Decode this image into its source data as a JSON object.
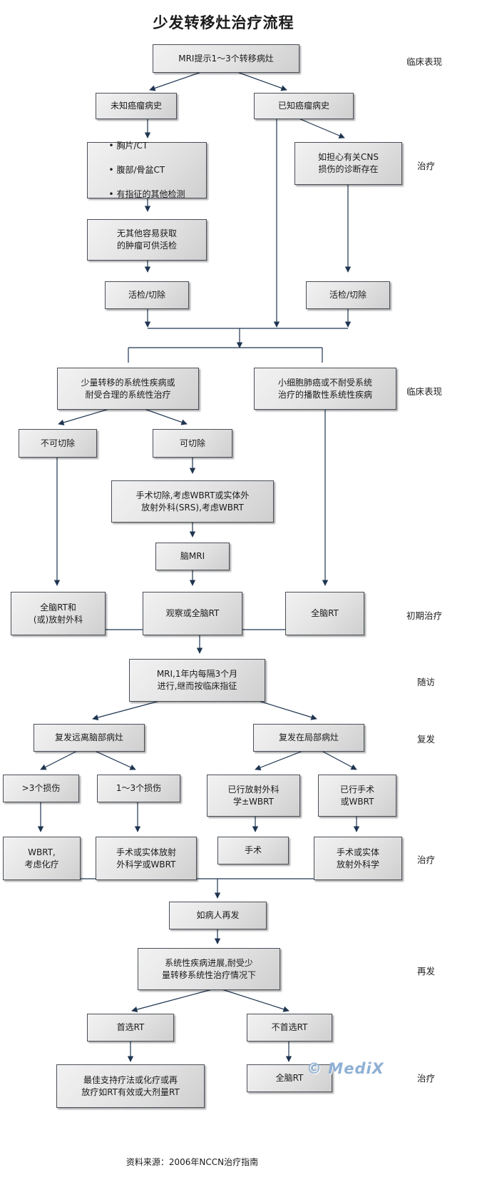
{
  "title": "少发转移灶治疗流程",
  "side_labels": {
    "clinical_1": "临床表现",
    "treatment_1": "治疗",
    "clinical_2": "临床表现",
    "initial_treatment": "初期治疗",
    "followup": "随访",
    "recurrence": "复发",
    "treatment_2": "治疗",
    "re_recurrence": "再发",
    "treatment_3": "治疗"
  },
  "nodes": {
    "mri_1_3": "MRI提示1～3个转移病灶",
    "unknown_history": "未知癌瘤病史",
    "known_history": "已知癌瘤病史",
    "workup_items": [
      "胸片/CT",
      "腹部/骨盆CT",
      "有指征的其他检测"
    ],
    "cns_concern": "如担心有关CNS\n损伤的诊断存在",
    "no_easy_biopsy": "无其他容易获取\n的肿瘤可供活检",
    "biopsy_left": "活检/切除",
    "biopsy_right": "活检/切除",
    "limited_systemic": "少量转移的系统性疾病或\n耐受合理的系统性治疗",
    "small_cell": "小细胞肺癌或不耐受系统\n治疗的播散性系统性疾病",
    "unresectable": "不可切除",
    "resectable": "可切除",
    "surgery_wbrt": "手术切除,考虑WBRT或实体外\n放射外科(SRS),考虑WBRT",
    "brain_mri": "脑MRI",
    "wbrt_radiosurgery": "全脑RT和\n(或)放射外科",
    "observe_wbrt": "观察或全脑RT",
    "wbrt_center": "全脑RT",
    "followup_mri": "MRI,1年内每隔3个月\n进行,继而按临床指征",
    "distant_recurrence": "复发远离脑部病灶",
    "local_recurrence": "复发在局部病灶",
    "gt3_lesions": ">3个损伤",
    "lesions_1_3": "1～3个损伤",
    "prior_radiosurgery": "已行放射外科\n学±WBRT",
    "prior_surgery": "已行手术\n或WBRT",
    "wbrt_chemo": "WBRT,\n考虑化疗",
    "surgery_or_srs_wbrt": "手术或实体放射\n外科学或WBRT",
    "surgery": "手术",
    "surgery_or_srs": "手术或实体\n放射外科学",
    "if_recurs": "如病人再发",
    "systemic_progression": "系统性疾病进展,耐受少\n量转移系统性治疗情况下",
    "prior_rt": "首选RT",
    "no_prior_rt": "不首选RT",
    "best_support": "最佳支持疗法或化疗或再\n放疗如RT有效或大剂量RT",
    "wbrt_last": "全脑RT"
  },
  "source": "资料来源：2006年NCCN治疗指南",
  "watermark": "© MediX",
  "colors": {
    "line": "#1f3551",
    "box_border": "#4a5058",
    "watermark": "#8fb0d4"
  }
}
